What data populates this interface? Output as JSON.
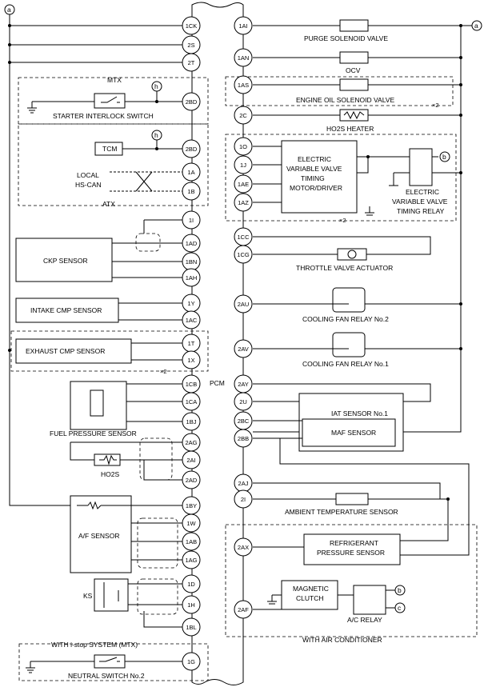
{
  "markers": {
    "a": "a",
    "b": "b",
    "c": "c",
    "h": "h"
  },
  "pcm_label": "PCM",
  "note_2": "×2",
  "left_pins": [
    "1CK",
    "2S",
    "2T",
    "2BD",
    "2BD",
    "1A",
    "1B",
    "1I",
    "1AD",
    "1BN",
    "1AH",
    "1Y",
    "1AC",
    "1T",
    "1X",
    "1CB",
    "1CA",
    "1BJ",
    "2AG",
    "2AI",
    "2AD",
    "1BY",
    "1W",
    "1AB",
    "1AG",
    "1D",
    "1H",
    "1BL",
    "1G"
  ],
  "right_pins": [
    "1AI",
    "1AN",
    "1AS",
    "2C",
    "1O",
    "1J",
    "1AE",
    "1AZ",
    "1CC",
    "1CG",
    "2AU",
    "2AV",
    "2AY",
    "2U",
    "2BC",
    "2BB",
    "2AJ",
    "2I",
    "2AX",
    "2AF"
  ],
  "labels": {
    "mtx": "MTX",
    "starter_interlock": "STARTER INTERLOCK SWITCH",
    "tcm": "TCM",
    "local_hs_can_1": "LOCAL",
    "local_hs_can_2": "HS-CAN",
    "atx": "ATX",
    "ckp": "CKP SENSOR",
    "intake_cmp": "INTAKE CMP SENSOR",
    "exhaust_cmp": "EXHAUST CMP SENSOR",
    "fuel_pressure": "FUEL PRESSURE SENSOR",
    "ho2s": "HO2S",
    "af_sensor": "A/F SENSOR",
    "ks": "KS",
    "istop": "WITH i-stop SYSTEM (MTX)",
    "neutral_switch": "NEUTRAL SWITCH No.2",
    "purge": "PURGE SOLENOID VALVE",
    "ocv": "OCV",
    "engine_oil_sol": "ENGINE OIL SOLENOID VALVE",
    "ho2s_heater": "HO2S HEATER",
    "evvt_motor_1": "ELECTRIC",
    "evvt_motor_2": "VARIABLE VALVE",
    "evvt_motor_3": "TIMING",
    "evvt_motor_4": "MOTOR/DRIVER",
    "evvt_relay_1": "ELECTRIC",
    "evvt_relay_2": "VARIABLE VALVE",
    "evvt_relay_3": "TIMING RELAY",
    "throttle": "THROTTLE VALVE ACTUATOR",
    "cooling_fan_2": "COOLING FAN RELAY No.2",
    "cooling_fan_1": "COOLING FAN RELAY No.1",
    "iat": "IAT SENSOR No.1",
    "maf": "MAF SENSOR",
    "ambient": "AMBIENT TEMPERATURE SENSOR",
    "refrig_1": "REFRIGERANT",
    "refrig_2": "PRESSURE SENSOR",
    "mag_clutch_1": "MAGNETIC",
    "mag_clutch_2": "CLUTCH",
    "ac_relay": "A/C RELAY",
    "with_ac": "WITH AIR CONDITIONER"
  }
}
